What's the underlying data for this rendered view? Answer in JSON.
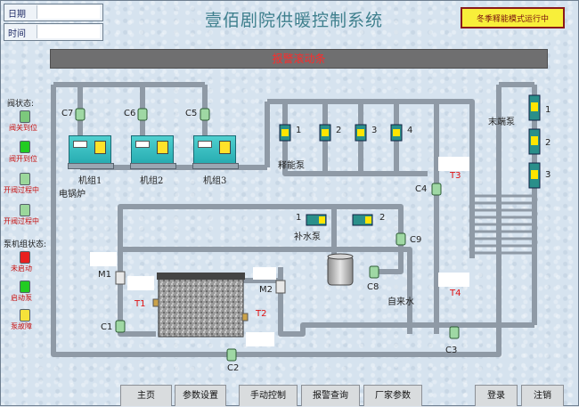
{
  "header": {
    "date_label": "日期",
    "time_label": "时间",
    "title": "壹佰剧院供暖控制系统",
    "mode_badge": "冬季释能模式运行中"
  },
  "alarm_bar": {
    "text": "报警滚动条"
  },
  "legend": {
    "valve_status_title": "阀状态:",
    "valve_items": [
      {
        "label": "阀关到位",
        "color": "#7cc87c"
      },
      {
        "label": "阀开到位",
        "color": "#22cc22"
      },
      {
        "label": "开阀过程中",
        "color": "#9bd79b"
      },
      {
        "label": "开阀过程中",
        "color": "#9bd79b"
      }
    ],
    "pump_status_title": "泵机组状态:",
    "pump_items": [
      {
        "label": "未启动",
        "color": "#e82020"
      },
      {
        "label": "启动泵",
        "color": "#22cc22"
      },
      {
        "label": "泵故障",
        "color": "#f5e23a"
      }
    ]
  },
  "diagram": {
    "valves": [
      "C7",
      "C6",
      "C5",
      "C4",
      "C9",
      "C8",
      "C1",
      "C2",
      "C3",
      "M1",
      "M2"
    ],
    "boilers": [
      "机组1",
      "机组2",
      "机组3"
    ],
    "boiler_group_label": "电锅炉",
    "release_pump_label": "释能泵",
    "release_pump_numbers": [
      "1",
      "2",
      "3",
      "4"
    ],
    "makeup_pump_label": "补水泵",
    "makeup_pump_numbers": [
      "1",
      "2"
    ],
    "terminal_pump_label": "末端泵",
    "terminal_pump_numbers": [
      "1",
      "2",
      "3"
    ],
    "temps": [
      "T1",
      "T2",
      "T3",
      "T4"
    ],
    "tap_water_label": "自来水"
  },
  "nav": {
    "buttons": [
      "主页",
      "参数设置",
      "手动控制",
      "报警查询",
      "厂家参数"
    ],
    "login": "登录",
    "logout": "注销"
  },
  "colors": {
    "pipe": "#aeb8c3",
    "valve": "#9fd8a4",
    "pump": "#2a8f8a",
    "pump_yellow": "#ffe500"
  }
}
